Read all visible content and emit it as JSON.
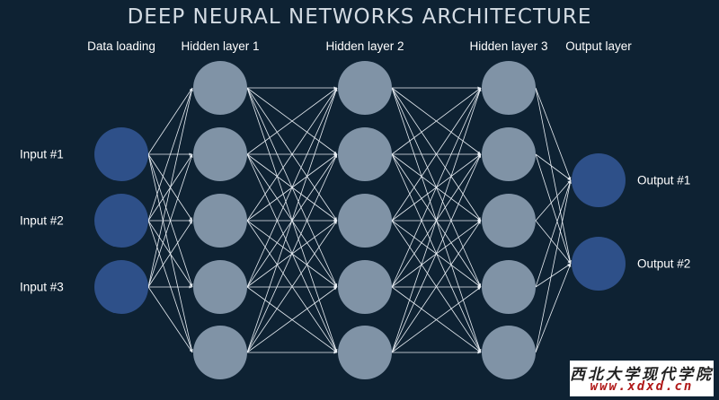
{
  "title": "DEEP NEURAL NETWORKS ARCHITECTURE",
  "columns": {
    "data_loading": "Data loading",
    "hidden1": "Hidden layer 1",
    "hidden2": "Hidden layer 2",
    "hidden3": "Hidden layer 3",
    "output": "Output layer"
  },
  "inputs": [
    "Input #1",
    "Input #2",
    "Input #3"
  ],
  "outputs": [
    "Output #1",
    "Output #2"
  ],
  "layer_sizes": [
    3,
    5,
    5,
    5,
    2
  ],
  "colors": {
    "background": "#0e2233",
    "io_node": "#2e5089",
    "hidden_node": "#8093a6",
    "edge": "#e8eef4"
  },
  "watermark": {
    "chinese": "西北大学现代学院",
    "url": "www.xdxd.cn"
  }
}
